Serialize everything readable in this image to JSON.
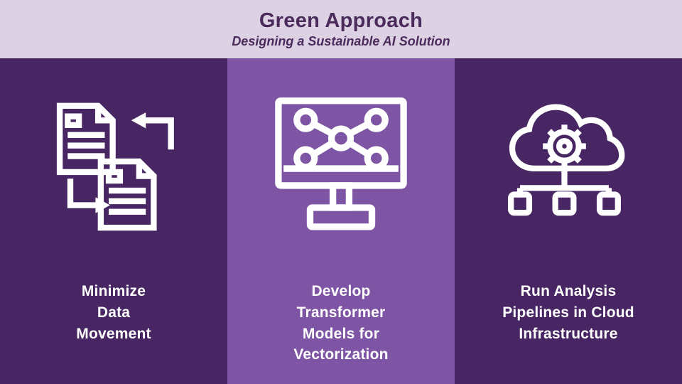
{
  "header": {
    "title": "Green Approach",
    "subtitle": "Designing a Sustainable AI Solution"
  },
  "columns": [
    {
      "icon": "documents-transfer-icon",
      "label": "Minimize\nData\nMovement"
    },
    {
      "icon": "network-monitor-icon",
      "label": "Develop\nTransformer\nModels for\nVectorization"
    },
    {
      "icon": "cloud-gear-pipeline-icon",
      "label": "Run Analysis\nPipelines in Cloud\nInfrastructure"
    }
  ],
  "colors": {
    "header_bg": "#dcd2e4",
    "title_text": "#4b2a5c",
    "panel_dark": "#472663",
    "panel_light": "#7e55a4",
    "icon_stroke": "#ffffff",
    "label_text": "#ffffff"
  }
}
